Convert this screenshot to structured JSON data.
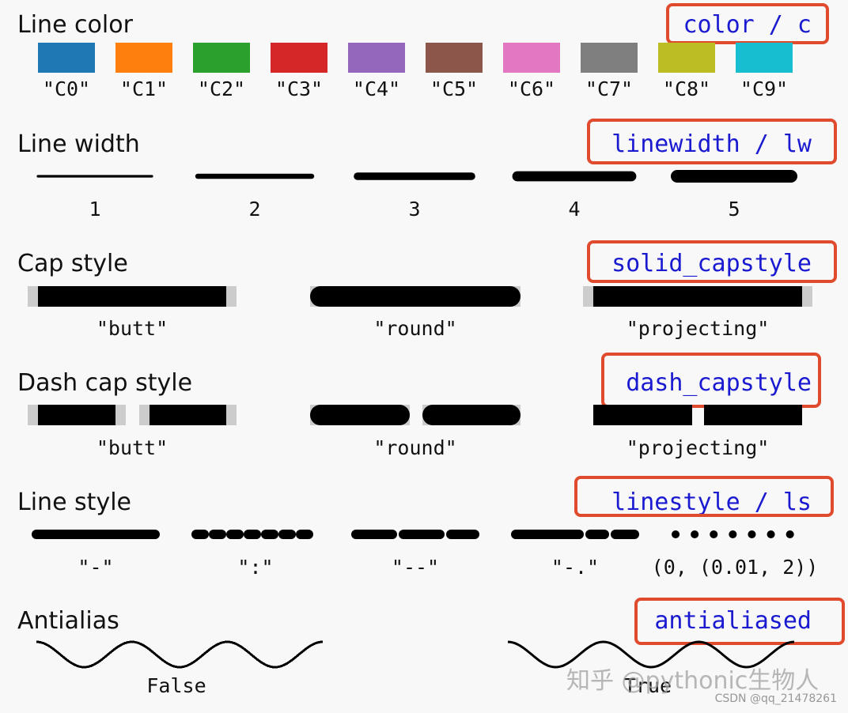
{
  "sections": {
    "color": {
      "title": "Line color",
      "param": "color / c",
      "swatches": [
        {
          "label": "\"C0\"",
          "color": "#1f77b4"
        },
        {
          "label": "\"C1\"",
          "color": "#ff7f0e"
        },
        {
          "label": "\"C2\"",
          "color": "#2ca02c"
        },
        {
          "label": "\"C3\"",
          "color": "#d62728"
        },
        {
          "label": "\"C4\"",
          "color": "#9467bd"
        },
        {
          "label": "\"C5\"",
          "color": "#8c564b"
        },
        {
          "label": "\"C6\"",
          "color": "#e377c2"
        },
        {
          "label": "\"C7\"",
          "color": "#7f7f7f"
        },
        {
          "label": "\"C8\"",
          "color": "#bcbd22"
        },
        {
          "label": "\"C9\"",
          "color": "#17becf"
        }
      ]
    },
    "width": {
      "title": "Line width",
      "param": "linewidth / lw",
      "items": [
        {
          "label": "1",
          "lw": 1
        },
        {
          "label": "2",
          "lw": 2
        },
        {
          "label": "3",
          "lw": 3
        },
        {
          "label": "4",
          "lw": 4
        },
        {
          "label": "5",
          "lw": 5
        }
      ]
    },
    "cap": {
      "title": "Cap style",
      "param": "solid_capstyle",
      "items": [
        {
          "label": "\"butt\"",
          "style": "butt"
        },
        {
          "label": "\"round\"",
          "style": "round"
        },
        {
          "label": "\"projecting\"",
          "style": "projecting"
        }
      ]
    },
    "dashcap": {
      "title": "Dash cap style",
      "param": "dash_capstyle",
      "items": [
        {
          "label": "\"butt\"",
          "style": "butt"
        },
        {
          "label": "\"round\"",
          "style": "round"
        },
        {
          "label": "\"projecting\"",
          "style": "projecting"
        }
      ]
    },
    "linestyle": {
      "title": "Line style",
      "param": "linestyle / ls",
      "items": [
        {
          "label": "\"-\"",
          "style": "solid"
        },
        {
          "label": "\":\"",
          "style": "dotted"
        },
        {
          "label": "\"--\"",
          "style": "dashed"
        },
        {
          "label": "\"-.\"",
          "style": "dashdot"
        },
        {
          "label": "(0, (0.01, 2))",
          "style": "custom-dots"
        }
      ]
    },
    "antialias": {
      "title": "Antialias",
      "param": "antialiased",
      "items": [
        {
          "label": "False",
          "antialiased": false
        },
        {
          "label": "True",
          "antialiased": true
        }
      ]
    }
  },
  "watermark": {
    "zhihu": "知乎 @pythonic生物人",
    "csdn": "CSDN @qq_21478261"
  },
  "colors": {
    "line": "#000000",
    "cap_guide": "#cccccc",
    "param_text": "#1a1ad0",
    "highlight_box": "#e04a2d"
  }
}
